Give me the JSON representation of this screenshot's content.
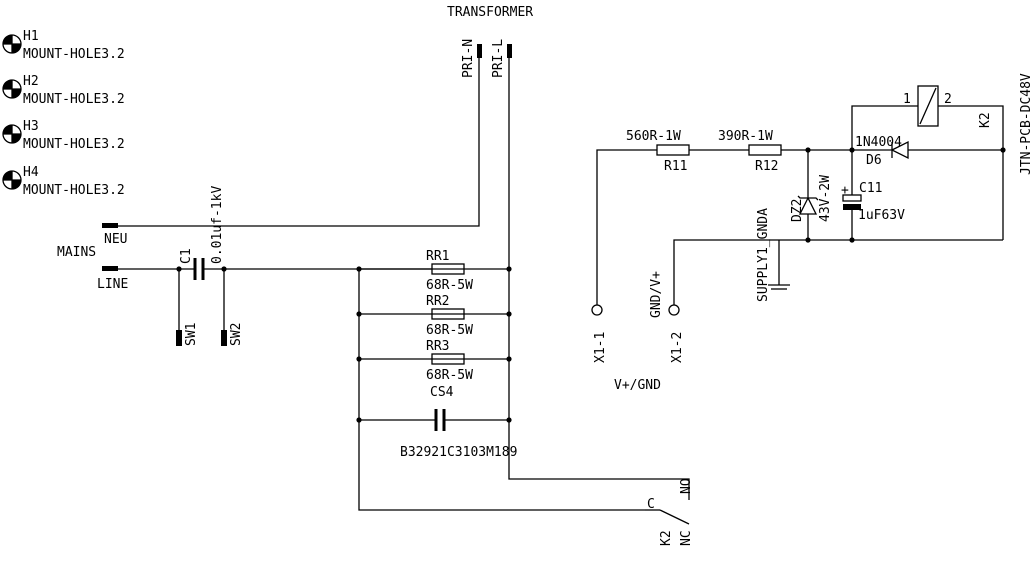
{
  "mount_holes": [
    {
      "ref": "H1",
      "value": "MOUNT-HOLE3.2"
    },
    {
      "ref": "H2",
      "value": "MOUNT-HOLE3.2"
    },
    {
      "ref": "H3",
      "value": "MOUNT-HOLE3.2"
    },
    {
      "ref": "H4",
      "value": "MOUNT-HOLE3.2"
    }
  ],
  "transformer": {
    "title": "TRANSFORMER",
    "pri_n": "PRI-N",
    "pri_l": "PRI-L"
  },
  "mains": {
    "label": "MAINS",
    "neu": "NEU",
    "line": "LINE"
  },
  "c1": {
    "ref": "C1",
    "value": "0.01uf-1kV"
  },
  "switches": {
    "sw1": "SW1",
    "sw2": "SW2"
  },
  "resistors": [
    {
      "ref": "RR1",
      "value": "68R-5W"
    },
    {
      "ref": "RR2",
      "value": "68R-5W"
    },
    {
      "ref": "RR3",
      "value": "68R-5W"
    }
  ],
  "cs4": {
    "ref": "CS4",
    "value": "B32921C3103M189"
  },
  "relay_contact": {
    "ref": "K2",
    "c": "C",
    "no": "NO",
    "nc": "NC"
  },
  "r11": {
    "ref": "R11",
    "value": "560R-1W"
  },
  "r12": {
    "ref": "R12",
    "value": "390R-1W"
  },
  "dz2": {
    "ref": "DZ2",
    "value": "43V-2W"
  },
  "c11": {
    "ref": "C11",
    "value": "1uF63V",
    "polarity": "+"
  },
  "d6": {
    "ref": "D6",
    "value": "1N4004"
  },
  "relay_coil": {
    "ref": "K2",
    "pin1": "1",
    "pin2": "2",
    "part": "JTN-PCB-DC48V"
  },
  "supply_net": "SUPPLY1_GNDA",
  "x1": {
    "pin1": "X1-1",
    "pin2": "X1-2",
    "net2": "GND/V+",
    "caption": "V+/GND"
  }
}
